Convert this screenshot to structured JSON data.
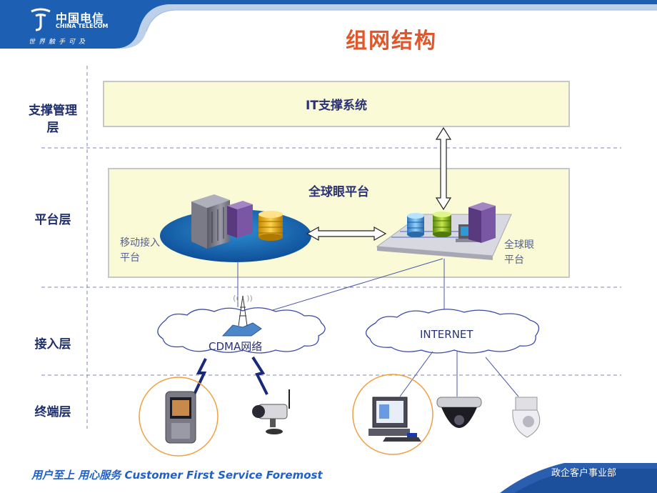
{
  "header": {
    "logo_name": "中国电信",
    "logo_en": "CHINA TELECOM",
    "logo_slogan": "世界触手可及",
    "title": "组网结构"
  },
  "layers": [
    {
      "label": "支撑管理层"
    },
    {
      "label": "平台层"
    },
    {
      "label": "接入层"
    },
    {
      "label": "终端层"
    }
  ],
  "boxes": {
    "it_support": "IT支撑系统",
    "platform": "全球眼平台",
    "mobile_access": "移动接入平台",
    "global_eye_platform": "全球眼平台"
  },
  "networks": {
    "cdma": "CDMA网络",
    "internet": "INTERNET"
  },
  "footer": {
    "slogan": "用户至上 用心服务 Customer First Service Foremost",
    "department": "政企客户事业部"
  },
  "colors": {
    "brand_blue": "#1c5fb3",
    "title_orange": "#e0572b",
    "box_fill": "#fafad7",
    "box_border": "#c7c7c7"
  }
}
